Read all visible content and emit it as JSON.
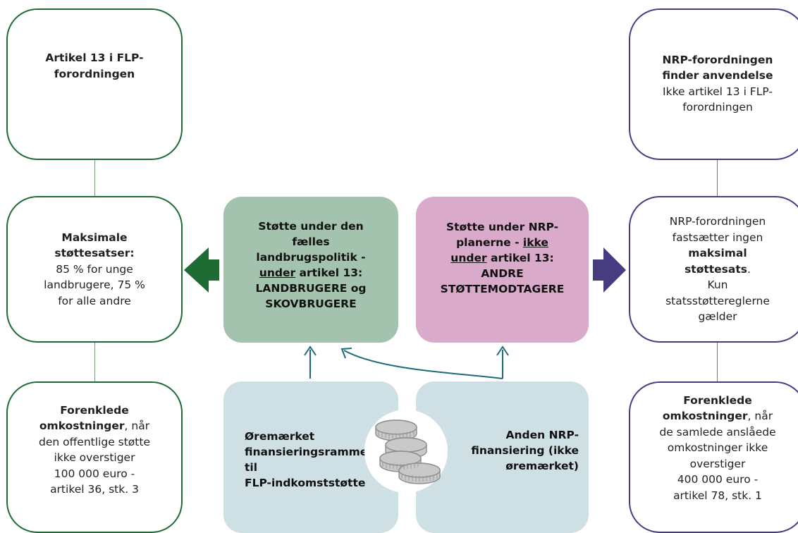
{
  "left_column": {
    "top": {
      "line1": "Artikel 13 i FLP-",
      "line2": "forordningen"
    },
    "middle": {
      "title_line1": "Maksimale",
      "title_line2": "støttesatser:",
      "line3": "85 % for unge",
      "line4": "landbrugere, 75 %",
      "line5": "for alle andre"
    },
    "bottom": {
      "title_line1": "Forenklede",
      "title_bold2": "omkostninger",
      "title_rest2": ", når",
      "line3": "den offentlige støtte",
      "line4": "ikke overstiger",
      "line5": "100 000 euro -",
      "line6": "artikel 36, stk. 3"
    }
  },
  "right_column": {
    "top": {
      "line1": "NRP-forordningen",
      "line2": "finder anvendelse",
      "line3": "Ikke artikel 13 i FLP-",
      "line4": "forordningen"
    },
    "middle": {
      "line1": "NRP-forordningen",
      "line2": "fastsætter ingen",
      "line3": "maksimal",
      "line4_bold": "støttesats",
      "line4_rest": ".",
      "line5": "Kun",
      "line6": "statsstøttereglerne",
      "line7": "gælder"
    },
    "bottom": {
      "line1": "Forenklede",
      "line2_bold": "omkostninger",
      "line2_rest": ", når",
      "line3": "de samlede anslåede",
      "line4": "omkostninger ikke",
      "line5": "overstiger",
      "line6": "400 000 euro -",
      "line7": "artikel 78, stk. 1"
    }
  },
  "center_green": {
    "line1": "Støtte under den",
    "line2": "fælles",
    "line3": "landbrugspolitik -",
    "line4_u": "under",
    "line4_rest": " artikel 13:",
    "line5": "LANDBRUGERE og",
    "line6": "SKOVBRUGERE"
  },
  "center_pink": {
    "line1": "Støtte under NRP-",
    "line2_a": "planerne - ",
    "line2_u": "ikke",
    "line3_u": "under",
    "line3_rest": " artikel 13:",
    "line4": "ANDRE",
    "line5": "STØTTEMODTAGERE"
  },
  "financing_left": {
    "line1": "Øremærket",
    "line2": "finansieringsramme",
    "line3": "til",
    "line4": "FLP-indkomststøtte"
  },
  "financing_right": {
    "line1": "Anden NRP-",
    "line2": "finansiering (ikke",
    "line3": "øremærket)"
  },
  "icons": {
    "coins": "coins-icon",
    "left_arrow": "arrow-left-icon",
    "right_arrow": "arrow-right-icon"
  },
  "colors": {
    "green": "#1e6b34",
    "purple": "#463c80",
    "center_green_fill": "#a3c3ae",
    "center_pink_fill": "#d9aac9",
    "financing_fill": "#cfe0e4",
    "flow_arrow": "#1d6a78"
  }
}
